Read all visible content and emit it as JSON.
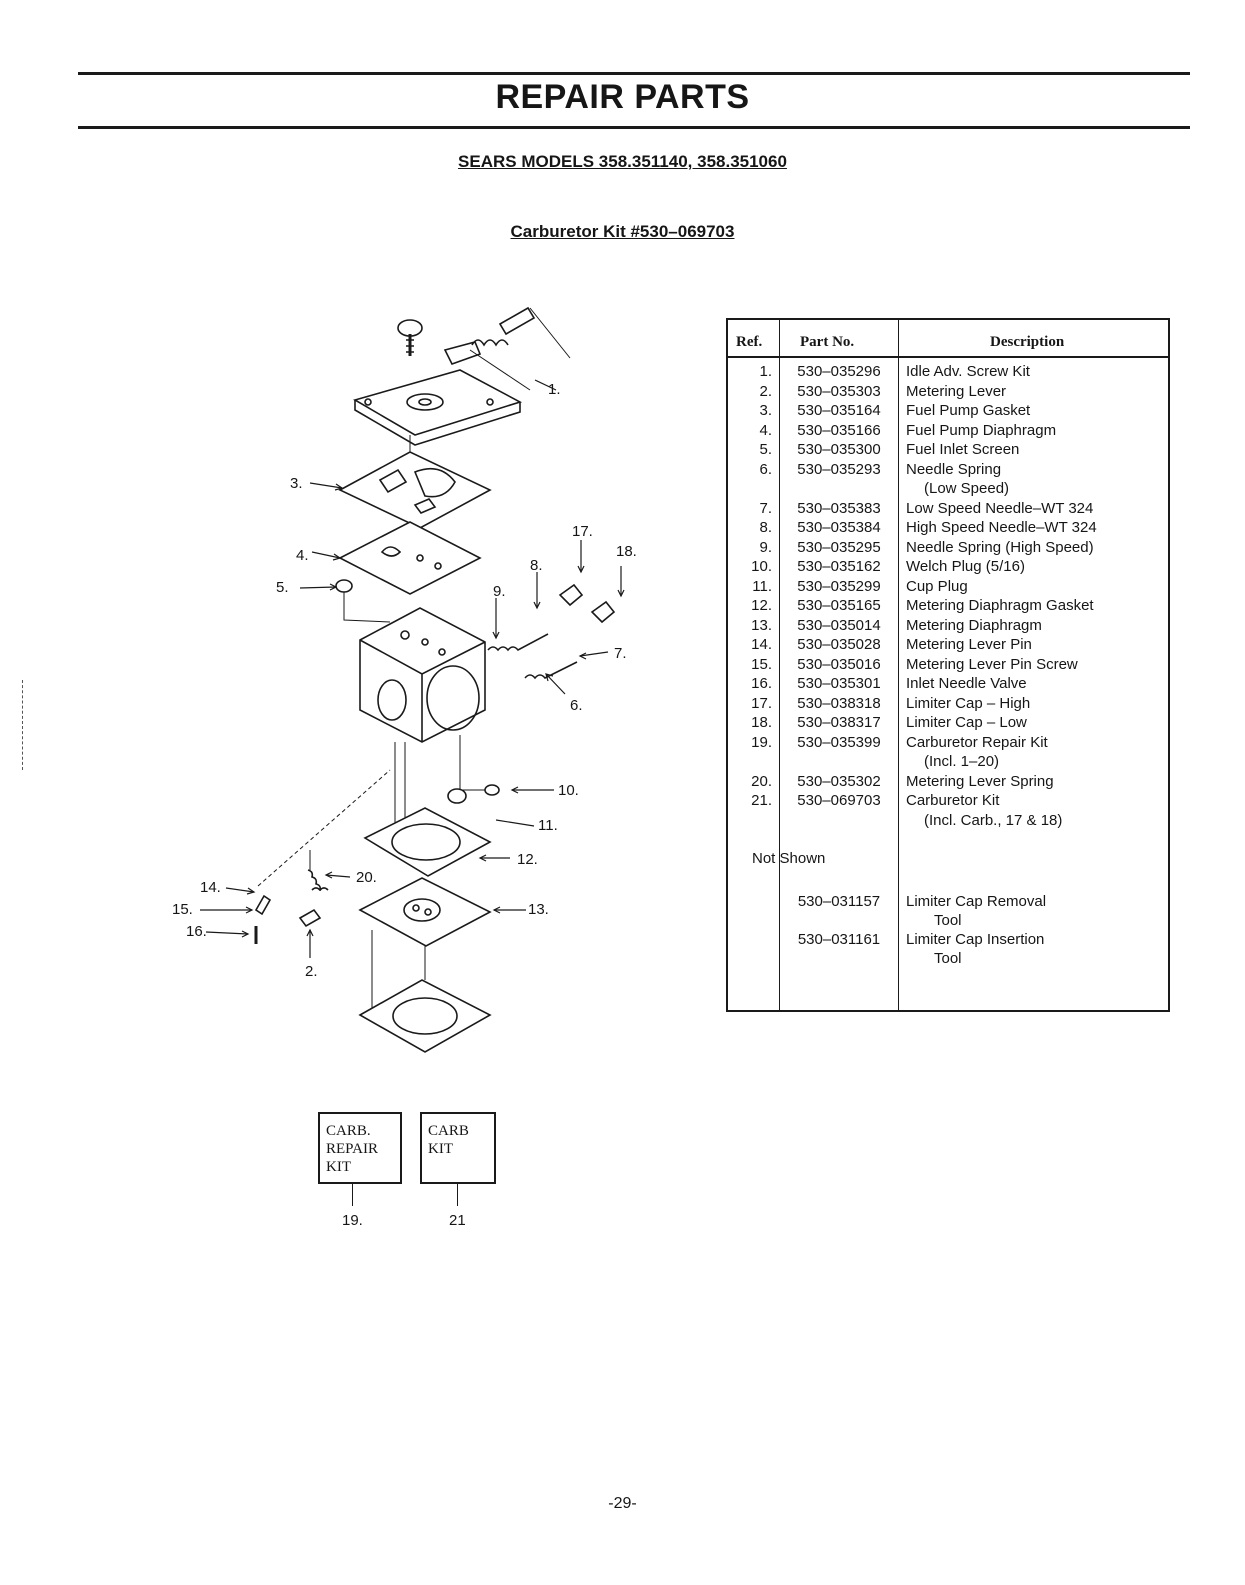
{
  "page": {
    "title": "REPAIR PARTS",
    "subtitle": "SEARS MODELS 358.351140, 358.351060",
    "kit_title": "Carburetor Kit #530–069703",
    "page_number": "-29-"
  },
  "table": {
    "headers": {
      "ref": "Ref.",
      "part": "Part No.",
      "desc": "Description"
    },
    "rows": [
      {
        "ref": "1.",
        "part": "530–035296",
        "desc": "Idle Adv. Screw Kit"
      },
      {
        "ref": "2.",
        "part": "530–035303",
        "desc": "Metering Lever"
      },
      {
        "ref": "3.",
        "part": "530–035164",
        "desc": "Fuel Pump Gasket"
      },
      {
        "ref": "4.",
        "part": "530–035166",
        "desc": "Fuel Pump Diaphragm"
      },
      {
        "ref": "5.",
        "part": "530–035300",
        "desc": "Fuel Inlet Screen"
      },
      {
        "ref": "6.",
        "part": "530–035293",
        "desc": "Needle Spring"
      },
      {
        "ref": "",
        "part": "",
        "desc": "(Low Speed)",
        "indent": true
      },
      {
        "ref": "7.",
        "part": "530–035383",
        "desc": "Low Speed Needle–WT 324"
      },
      {
        "ref": "8.",
        "part": "530–035384",
        "desc": "High Speed Needle–WT 324"
      },
      {
        "ref": "9.",
        "part": "530–035295",
        "desc": "Needle Spring (High Speed)"
      },
      {
        "ref": "10.",
        "part": "530–035162",
        "desc": "Welch Plug (5/16)"
      },
      {
        "ref": "11.",
        "part": "530–035299",
        "desc": "Cup Plug"
      },
      {
        "ref": "12.",
        "part": "530–035165",
        "desc": "Metering Diaphragm Gasket"
      },
      {
        "ref": "13.",
        "part": "530–035014",
        "desc": "Metering Diaphragm"
      },
      {
        "ref": "14.",
        "part": "530–035028",
        "desc": "Metering Lever Pin"
      },
      {
        "ref": "15.",
        "part": "530–035016",
        "desc": "Metering Lever Pin Screw"
      },
      {
        "ref": "16.",
        "part": "530–035301",
        "desc": "Inlet Needle Valve"
      },
      {
        "ref": "17.",
        "part": "530–038318",
        "desc": "Limiter Cap – High"
      },
      {
        "ref": "18.",
        "part": "530–038317",
        "desc": "Limiter Cap – Low"
      },
      {
        "ref": "19.",
        "part": "530–035399",
        "desc": "Carburetor Repair Kit"
      },
      {
        "ref": "",
        "part": "",
        "desc": "(Incl. 1–20)",
        "indent": true
      },
      {
        "ref": "20.",
        "part": "530–035302",
        "desc": "Metering Lever Spring"
      },
      {
        "ref": "21.",
        "part": "530–069703",
        "desc": "Carburetor Kit"
      },
      {
        "ref": "",
        "part": "",
        "desc": "(Incl. Carb., 17 & 18)",
        "indent": true
      }
    ],
    "not_shown_label": "Not Shown",
    "not_shown": [
      {
        "part": "530–031157",
        "desc": "Limiter Cap Removal",
        "desc2": "Tool"
      },
      {
        "part": "530–031161",
        "desc": "Limiter Cap Insertion",
        "desc2": "Tool"
      }
    ]
  },
  "diagram": {
    "callouts": [
      "1.",
      "2.",
      "3.",
      "4.",
      "5.",
      "6.",
      "7.",
      "8.",
      "9.",
      "10.",
      "11.",
      "12.",
      "13.",
      "14.",
      "15.",
      "16.",
      "17.",
      "18.",
      "20."
    ]
  },
  "kits": [
    {
      "label_lines": [
        "CARB.",
        "REPAIR",
        "KIT"
      ],
      "number": "19."
    },
    {
      "label_lines": [
        "CARB",
        "KIT"
      ],
      "number": "21"
    }
  ]
}
